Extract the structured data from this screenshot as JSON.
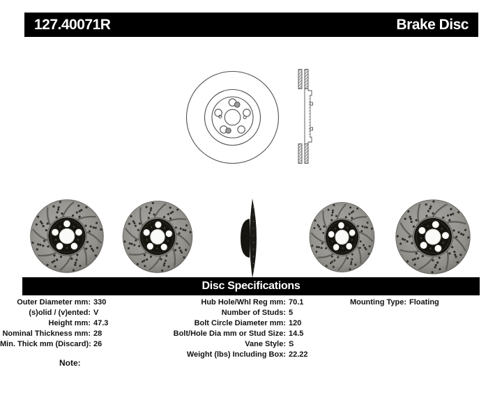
{
  "header": {
    "part_number": "127.40071R",
    "product_type": "Brake Disc"
  },
  "spec_section": {
    "title": "Disc Specifications"
  },
  "specs": {
    "left": [
      {
        "label": "Outer Diameter mm:",
        "value": "330"
      },
      {
        "label": "(s)olid / (v)ented:",
        "value": "V"
      },
      {
        "label": "Height mm:",
        "value": "47.3"
      },
      {
        "label": "Nominal Thickness mm:",
        "value": "28"
      },
      {
        "label": "Min. Thick mm (Discard):",
        "value": "26"
      }
    ],
    "middle": [
      {
        "label": "Hub Hole/Whl Reg mm:",
        "value": "70.1"
      },
      {
        "label": "Number of Studs:",
        "value": "5"
      },
      {
        "label": "Bolt Circle Diameter mm:",
        "value": "120"
      },
      {
        "label": "Bolt/Hole Dia mm or Stud Size:",
        "value": "14.5"
      },
      {
        "label": "Vane Style:",
        "value": "S"
      },
      {
        "label": "Weight (lbs) Including Box:",
        "value": "22.22"
      }
    ],
    "right": [
      {
        "label": "Mounting Type:",
        "value": "Floating"
      }
    ]
  },
  "note": {
    "label": "Note:"
  },
  "colors": {
    "header_bg": "#000000",
    "header_text": "#ffffff",
    "rotor_gray": "#9b9995",
    "hub_black": "#16140f",
    "line_drawing_stroke": "#4f4f4f"
  }
}
